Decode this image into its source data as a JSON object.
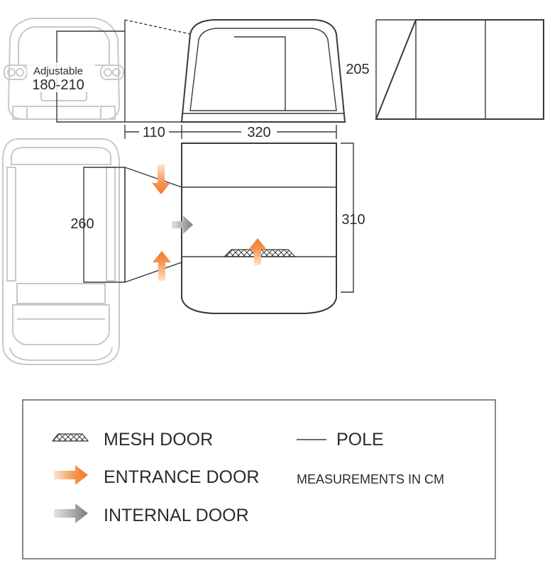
{
  "dimensions": {
    "adjustable_label": "Adjustable",
    "adjustable_range": "180-210",
    "height": "205",
    "connector_length": "110",
    "tent_width": "320",
    "tent_depth": "310",
    "connector_width": "260"
  },
  "legend": {
    "mesh_door": "MESH DOOR",
    "entrance_door": "ENTRANCE DOOR",
    "internal_door": "INTERNAL DOOR",
    "pole": "POLE",
    "measurements_note": "MEASUREMENTS IN CM"
  },
  "colors": {
    "entrance_arrow": "#f07a2c",
    "internal_arrow": "#8a8a8a",
    "outline": "#3a3a3a",
    "vehicle": "#c9c9c9"
  }
}
